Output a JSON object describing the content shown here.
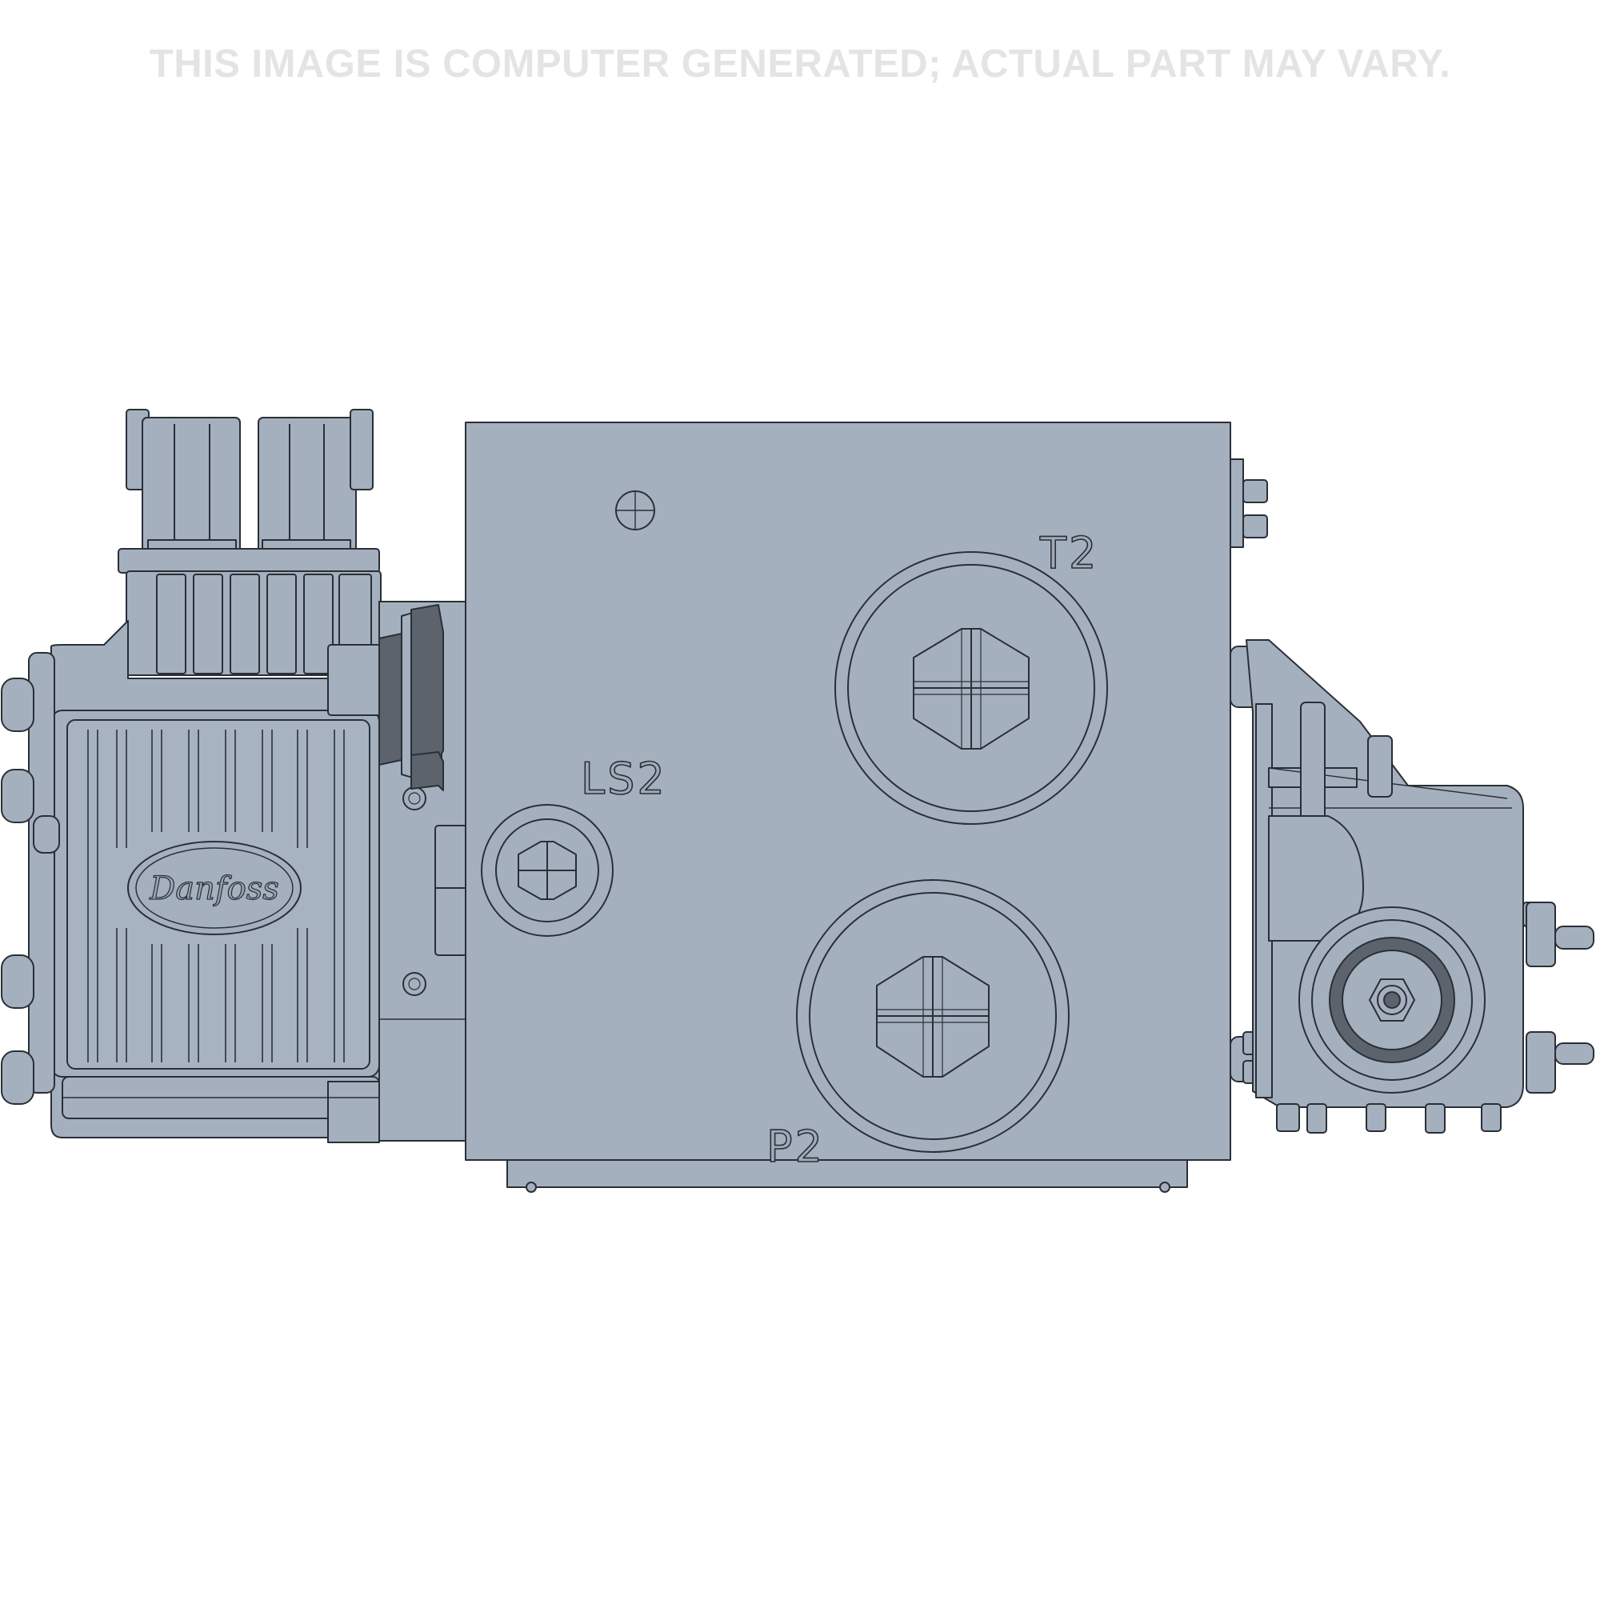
{
  "disclaimer": "THIS IMAGE IS COMPUTER GENERATED; ACTUAL PART MAY VARY.",
  "ports": {
    "t2": "T2",
    "ls2": "LS2",
    "p2": "P2"
  },
  "logo": "Danfoss",
  "colors": {
    "body": "#a5b0bf",
    "outline": "#2a2f36",
    "disclaimer_text": "#e4e4e4",
    "background": "#ffffff"
  }
}
